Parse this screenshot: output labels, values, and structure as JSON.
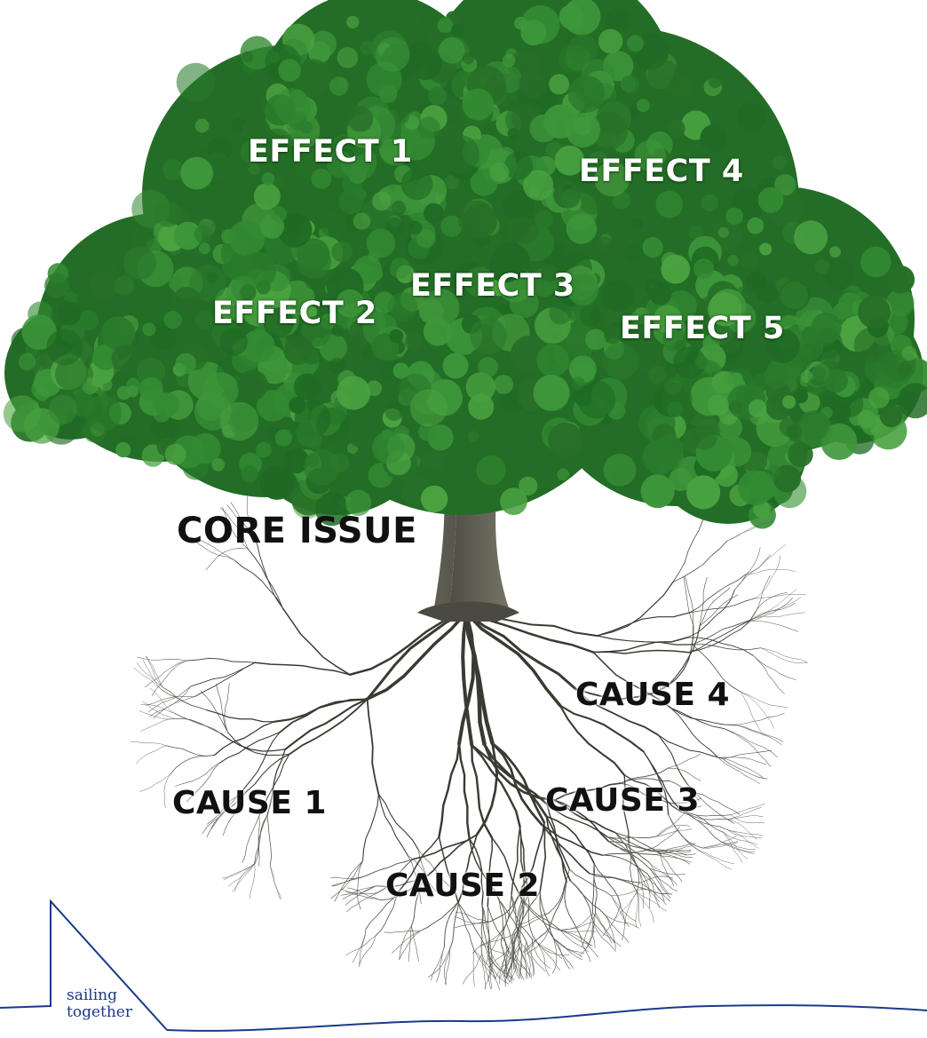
{
  "effects": [
    "EFFECT 1",
    "EFFECT 2",
    "EFFECT 3",
    "EFFECT 4",
    "EFFECT 5"
  ],
  "core_issue": "CORE ISSUE",
  "causes": [
    "CAUSE 1",
    "CAUSE 2",
    "CAUSE 3",
    "CAUSE 4"
  ],
  "logo": {
    "line1": "sailing",
    "line2": "together"
  },
  "colors": {
    "foliage": "#2e7d32",
    "foliage_dark": "#1b5e20",
    "trunk": "#6b6a5c",
    "roots": "#3a3a33",
    "logo": "#1a3a8a"
  }
}
